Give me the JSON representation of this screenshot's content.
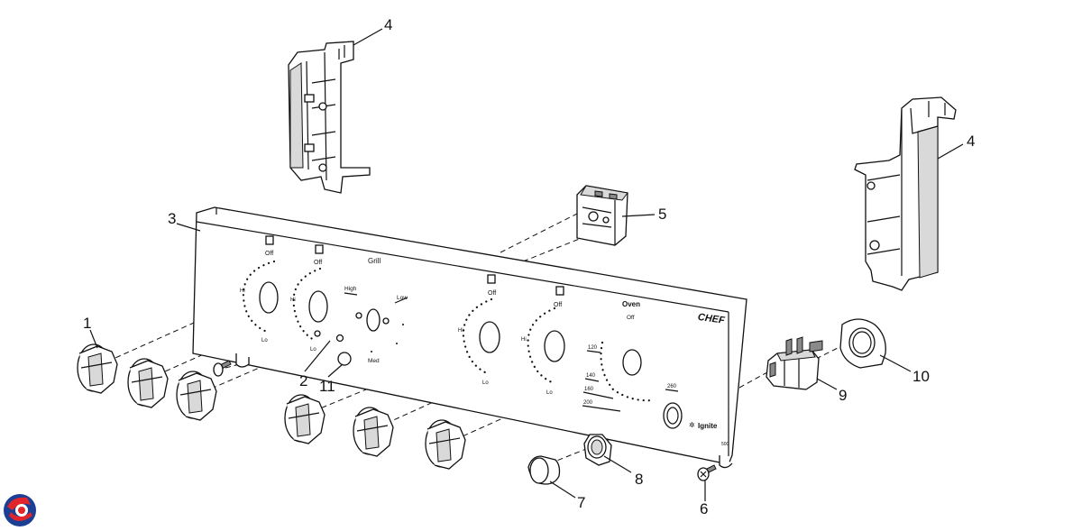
{
  "callouts": {
    "knob_set_1": "1",
    "screw_2": "2",
    "fascia_3": "3",
    "bracket_left_4": "4",
    "bracket_right_4": "4",
    "thermostat_5": "5",
    "screw_6": "6",
    "button_7": "7",
    "bezel_8": "8",
    "switch_9": "9",
    "seal_10": "10",
    "indicator_11": "11"
  },
  "panel": {
    "off_1": "Off",
    "hi_1": "Hi",
    "lo_1": "Lo",
    "off_2": "Off",
    "hi_2": "Hi",
    "lo_2": "Lo",
    "grill": "Grill",
    "high": "High",
    "low": "Low",
    "med": "Med",
    "off_3": "Off",
    "hi_3": "Hi",
    "lo_3": "Lo",
    "off_4": "Off",
    "hi_4": "Hi",
    "lo_4": "Lo",
    "oven": "Oven",
    "oven_off": "Off",
    "t120": "120",
    "t140": "140",
    "t160": "160",
    "t200a": "200",
    "t260": "260",
    "ignite": "Ignite",
    "brand": "CHEF",
    "model": "500"
  },
  "logo": {
    "colors": [
      "#1b3f94",
      "#e0262b"
    ]
  }
}
